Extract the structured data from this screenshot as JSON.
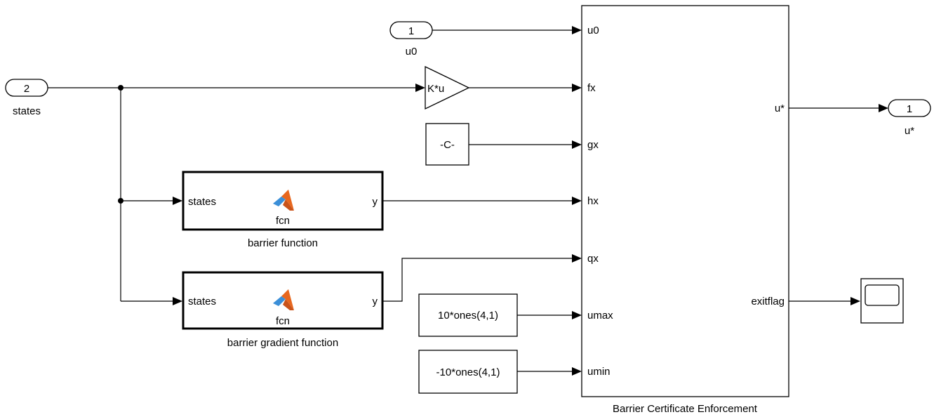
{
  "inports": {
    "u0": {
      "number": "1",
      "label": "u0"
    },
    "states": {
      "number": "2",
      "label": "states"
    }
  },
  "outport": {
    "number": "1",
    "label": "u*"
  },
  "gain": {
    "label": "K*u"
  },
  "constants": {
    "gx": "-C-",
    "umax": "10*ones(4,1)",
    "umin": "-10*ones(4,1)"
  },
  "functions": [
    {
      "input": "states",
      "output": "y",
      "name": "fcn",
      "label": "barrier function"
    },
    {
      "input": "states",
      "output": "y",
      "name": "fcn",
      "label": "barrier gradient function"
    }
  ],
  "enforcement": {
    "label": "Barrier Certificate Enforcement",
    "inputs": [
      "u0",
      "fx",
      "gx",
      "hx",
      "qx",
      "umax",
      "umin"
    ],
    "outputs": [
      "u*",
      "exitflag"
    ]
  },
  "colors": {
    "matlab_logo_orange": "#e8671e",
    "matlab_logo_blue": "#3b8fd8"
  },
  "icons": {
    "function_block": "matlab-logo-icon",
    "scope": "scope-icon"
  }
}
